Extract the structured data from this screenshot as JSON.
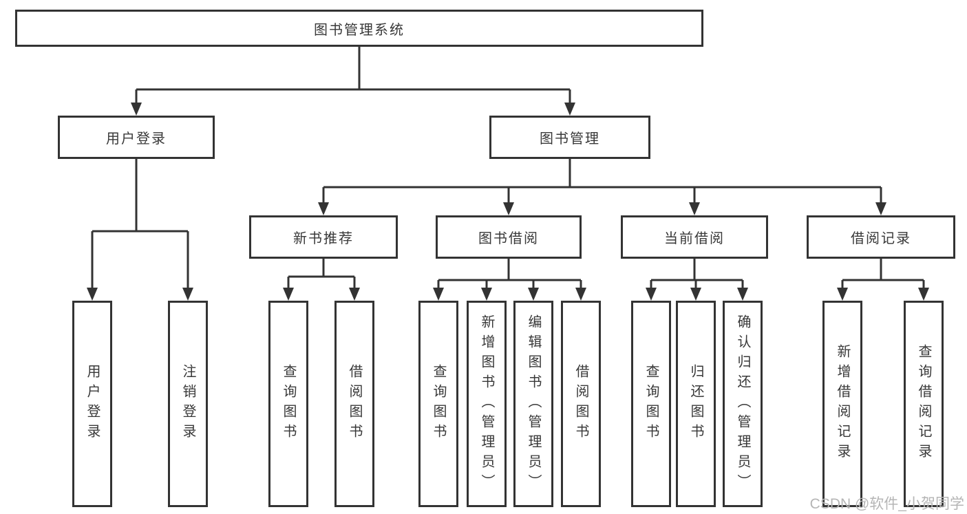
{
  "diagram": {
    "root": {
      "label": "图书管理系统"
    },
    "branches": [
      {
        "label": "用户登录",
        "leaves": [
          "用户登录",
          "注销登录"
        ]
      },
      {
        "label": "图书管理",
        "groups": [
          {
            "label": "新书推荐",
            "leaves": [
              "查询图书",
              "借阅图书"
            ]
          },
          {
            "label": "图书借阅",
            "leaves": [
              "查询图书",
              "新增图书（管理员）",
              "编辑图书（管理员）",
              "借阅图书"
            ]
          },
          {
            "label": "当前借阅",
            "leaves": [
              "查询图书",
              "归还图书",
              "确认归还（管理员）"
            ]
          },
          {
            "label": "借阅记录",
            "leaves": [
              "新增借阅记录",
              "查询借阅记录"
            ]
          }
        ]
      }
    ]
  },
  "watermark": {
    "text": "CSDN @软件_小贺同学"
  },
  "colors": {
    "border": "#333333",
    "line": "#333333",
    "text": "#383838",
    "watermark": "#b5b5b5",
    "background": "#ffffff"
  }
}
